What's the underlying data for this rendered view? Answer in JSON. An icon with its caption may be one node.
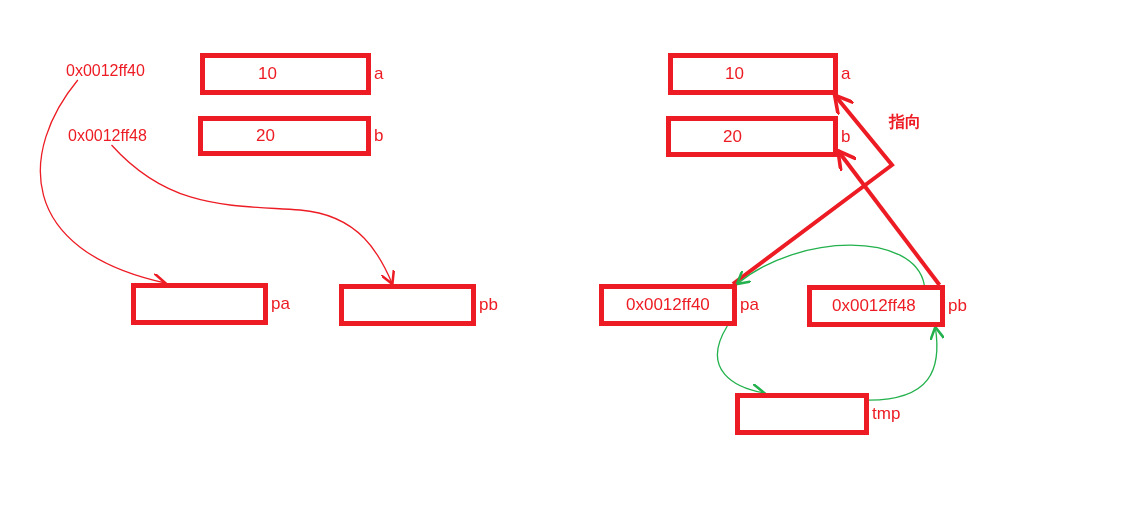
{
  "diagram": {
    "nodes": [
      {
        "text": [
          "10"
        ],
        "beside": [
          "a"
        ]
      },
      {
        "text": [
          "20"
        ],
        "beside": [
          "b"
        ]
      },
      {
        "text": [
          "0x0012ff40"
        ]
      },
      {
        "text": [
          "0x0012ff48"
        ]
      },
      {
        "text": [],
        "shape": "box",
        "beside": [
          "pa"
        ]
      },
      {
        "text": [],
        "shape": "box",
        "beside": [
          "pb"
        ]
      },
      {
        "text": [
          "10"
        ],
        "beside": [
          "a"
        ]
      },
      {
        "text": [
          "20"
        ],
        "beside": [
          "b"
        ]
      },
      {
        "text": [
          "0x0012ff40"
        ],
        "beside": [
          "pa"
        ]
      },
      {
        "text": [
          "0x0012ff48"
        ],
        "beside": [
          "pb"
        ]
      },
      {
        "text": [],
        "shape": "box",
        "beside": [
          "tmp"
        ]
      }
    ],
    "edges": [
      {
        "from": 2,
        "to": 4,
        "arrow": "to"
      },
      {
        "from": 3,
        "to": 5,
        "arrow": "to"
      },
      {
        "from": 8,
        "to": 6,
        "arrow": "to",
        "style": "thick"
      },
      {
        "from": 9,
        "to": 7,
        "arrow": "to",
        "style": "thick"
      },
      {
        "from": 8,
        "to": 10,
        "arrow": "to",
        "color": "#22b14c"
      },
      {
        "from": 10,
        "to": 9,
        "arrow": "to",
        "color": "#22b14c"
      },
      {
        "from": 9,
        "to": 8,
        "arrow": "to",
        "color": "#22b14c"
      }
    ],
    "labels": [
      "指向"
    ]
  }
}
